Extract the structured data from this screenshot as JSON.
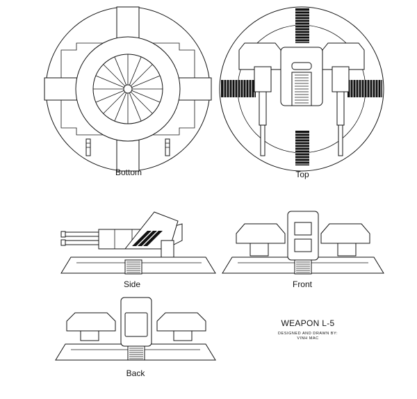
{
  "views": {
    "bottom": "Bottom",
    "top": "Top",
    "side": "Side",
    "front": "Front",
    "back": "Back"
  },
  "title_block": {
    "name": "WEAPON L-5",
    "credit_line1": "DESIGNED AND DRAWN BY:",
    "credit_line2": "VINH MAC"
  }
}
